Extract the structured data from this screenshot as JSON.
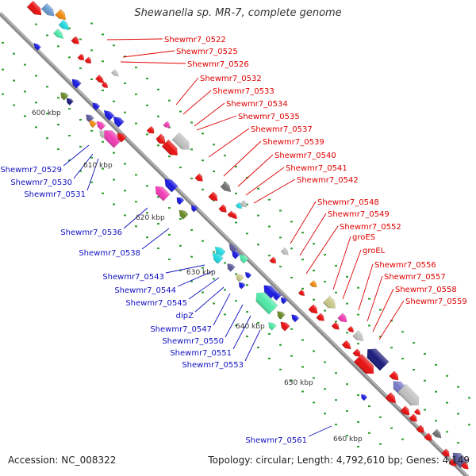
{
  "title": "Shewanella sp. MR-7, complete genome",
  "footer": {
    "accession": "Accession: NC_008322",
    "topology": "Topology: circular; Length: 4,792,610 bp; Genes: 4,149"
  },
  "colors": {
    "backbone": "#8a8a8a",
    "forward_label": "#e00000",
    "reverse_label": "#1010c0",
    "tick_dot": "#2e9e2e",
    "scale_text": "#333333"
  },
  "scale_ticks": [
    "600 kbp",
    "610 kbp",
    "620 kbp",
    "630 kbp",
    "640 kbp",
    "650 kbp",
    "660 kbp"
  ],
  "forward_labels": [
    "Shewmr7_0522",
    "Shewmr7_0525",
    "Shewmr7_0526",
    "Shewmr7_0532",
    "Shewmr7_0533",
    "Shewmr7_0534",
    "Shewmr7_0535",
    "Shewmr7_0537",
    "Shewmr7_0539",
    "Shewmr7_0540",
    "Shewmr7_0541",
    "Shewmr7_0542",
    "Shewmr7_0548",
    "Shewmr7_0549",
    "Shewmr7_0552",
    "groES",
    "groEL",
    "Shewmr7_0556",
    "Shewmr7_0557",
    "Shewmr7_0558",
    "Shewmr7_0559"
  ],
  "reverse_labels": [
    "Shewmr7_0529",
    "Shewmr7_0530",
    "Shewmr7_0531",
    "Shewmr7_0536",
    "Shewmr7_0538",
    "Shewmr7_0543",
    "Shewmr7_0544",
    "Shewmr7_0545",
    "dipZ",
    "Shewmr7_0547",
    "Shewmr7_0550",
    "Shewmr7_0551",
    "Shewmr7_0553",
    "Shewmr7_0561"
  ]
}
